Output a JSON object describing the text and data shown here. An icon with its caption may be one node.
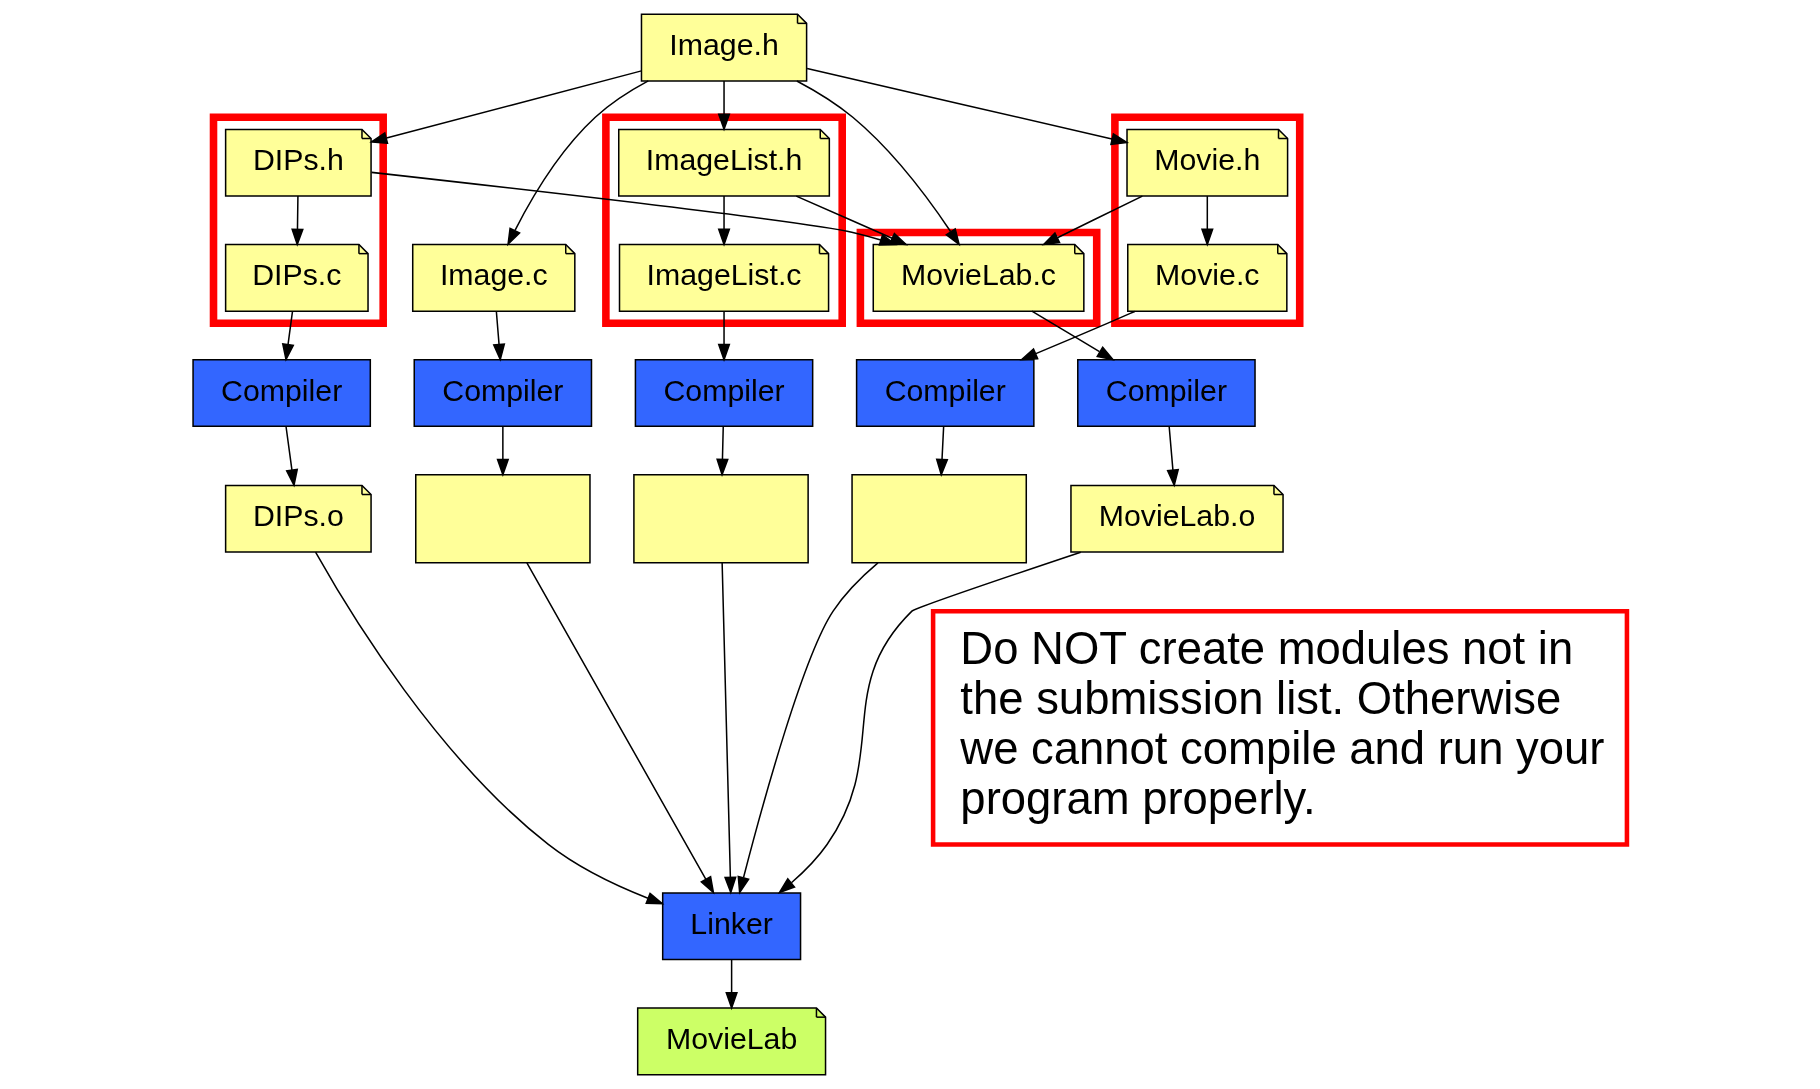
{
  "diagram": {
    "nodes": [
      {
        "text": [],
        "shape": "box"
      },
      {
        "text": [
          "DIPs.h"
        ],
        "in": 0
      },
      {
        "text": [
          "Image.h"
        ]
      },
      {
        "text": [],
        "shape": "box"
      },
      {
        "text": [
          "ImageList.h"
        ],
        "in": 3
      },
      {
        "text": [],
        "shape": "box"
      },
      {
        "text": [
          "Movie.h"
        ],
        "in": 5
      },
      {
        "text": [
          "DIPs.c"
        ],
        "in": 0
      },
      {
        "text": [
          "Image.c"
        ]
      },
      {
        "text": [
          "ImageList.c"
        ],
        "in": 3
      },
      {
        "text": [
          "Movie.c"
        ],
        "in": 5
      },
      {
        "text": [],
        "shape": "box"
      },
      {
        "text": [
          "MovieLab.c"
        ],
        "in": 11
      },
      {
        "text": [
          "Compiler"
        ]
      },
      {
        "text": [
          "Compiler"
        ]
      },
      {
        "text": [
          "Compiler"
        ]
      },
      {
        "text": [
          "Compiler"
        ]
      },
      {
        "text": [
          "Compiler"
        ]
      },
      {
        "text": [
          "DIPs.o"
        ]
      },
      {
        "text": [],
        "shape": "box"
      },
      {
        "text": [],
        "shape": "box"
      },
      {
        "text": [],
        "shape": "box"
      },
      {
        "text": [
          "MovieLab.o"
        ]
      },
      {
        "text": [
          "Do NOT create modules not in the submission list. Otherwise we cannot compile and run your program properly."
        ]
      },
      {
        "text": [
          "Linker"
        ]
      },
      {
        "text": [
          "MovieLab"
        ]
      }
    ],
    "edges": [
      {
        "from": 2,
        "to": 1,
        "arrow": "to"
      },
      {
        "from": 2,
        "to": 4,
        "arrow": "to"
      },
      {
        "from": 2,
        "to": 6,
        "arrow": "to"
      },
      {
        "from": 1,
        "to": 7,
        "arrow": "to"
      },
      {
        "from": 2,
        "to": 8,
        "arrow": "to"
      },
      {
        "from": 4,
        "to": 9,
        "arrow": "to"
      },
      {
        "from": 6,
        "to": 10,
        "arrow": "to"
      },
      {
        "from": 1,
        "to": 12,
        "arrow": "to"
      },
      {
        "from": 2,
        "to": 12,
        "arrow": "to"
      },
      {
        "from": 4,
        "to": 12,
        "arrow": "to"
      },
      {
        "from": 6,
        "to": 12,
        "arrow": "to"
      },
      {
        "from": 7,
        "to": 13,
        "arrow": "to"
      },
      {
        "from": 8,
        "to": 14,
        "arrow": "to"
      },
      {
        "from": 9,
        "to": 15,
        "arrow": "to"
      },
      {
        "from": 10,
        "to": 16,
        "arrow": "to"
      },
      {
        "from": 12,
        "to": 17,
        "arrow": "to"
      },
      {
        "from": 13,
        "to": 18,
        "arrow": "to"
      },
      {
        "from": 14,
        "to": 19,
        "arrow": "to"
      },
      {
        "from": 15,
        "to": 20,
        "arrow": "to"
      },
      {
        "from": 16,
        "to": 21,
        "arrow": "to"
      },
      {
        "from": 17,
        "to": 22,
        "arrow": "to"
      },
      {
        "from": 18,
        "to": 24,
        "arrow": "to"
      },
      {
        "from": 19,
        "to": 24,
        "arrow": "to"
      },
      {
        "from": 20,
        "to": 24,
        "arrow": "to"
      },
      {
        "from": 21,
        "to": 24,
        "arrow": "to"
      },
      {
        "from": 22,
        "to": 24,
        "arrow": "to"
      },
      {
        "from": 24,
        "to": 25,
        "arrow": "to"
      }
    ]
  }
}
